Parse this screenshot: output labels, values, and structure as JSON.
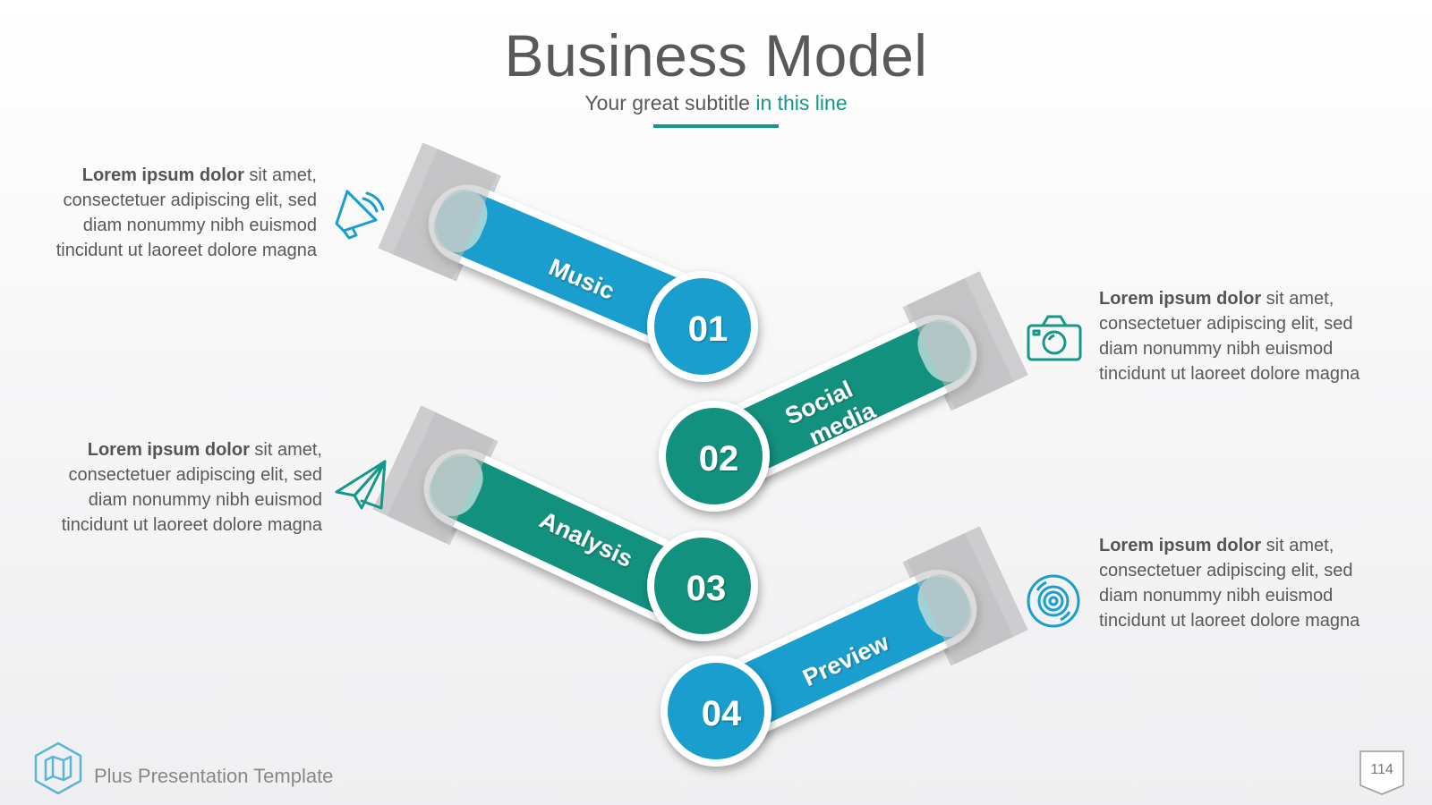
{
  "slide": {
    "title": "Business Model",
    "subtitle_main": "Your great subtitle ",
    "subtitle_highlight": "in this line"
  },
  "colors": {
    "blue": "#1a9ecd",
    "teal": "#13917f",
    "accent": "#14988a",
    "text": "#595959"
  },
  "steps": [
    {
      "number": "01",
      "label_lines": [
        "Music"
      ],
      "color": "blue",
      "icon": "megaphone-icon"
    },
    {
      "number": "02",
      "label_lines": [
        "Social",
        "media"
      ],
      "color": "teal",
      "icon": "camera-icon"
    },
    {
      "number": "03",
      "label_lines": [
        "Analysis"
      ],
      "color": "teal",
      "icon": "paper-plane-icon"
    },
    {
      "number": "04",
      "label_lines": [
        "Preview"
      ],
      "color": "blue",
      "icon": "disc-icon"
    }
  ],
  "descriptions": [
    {
      "bold": "Lorem ipsum dolor",
      "rest_first": " sit amet,",
      "lines": [
        "consectetuer adipiscing elit, sed",
        "diam nonummy nibh euismod",
        "tincidunt ut laoreet dolore magna"
      ]
    },
    {
      "bold": "Lorem ipsum dolor",
      "rest_first": " sit amet,",
      "lines": [
        "consectetuer adipiscing elit, sed",
        "diam nonummy nibh euismod",
        "tincidunt ut laoreet dolore magna"
      ]
    },
    {
      "bold": "Lorem ipsum dolor",
      "rest_first": " sit amet,",
      "lines": [
        "consectetuer adipiscing elit, sed",
        "diam nonummy nibh euismod",
        "tincidunt ut laoreet dolore magna"
      ]
    },
    {
      "bold": "Lorem ipsum dolor",
      "rest_first": " sit amet,",
      "lines": [
        "consectetuer adipiscing elit, sed",
        "diam nonummy nibh euismod",
        "tincidunt ut laoreet dolore magna"
      ]
    }
  ],
  "footer": {
    "template_name": "Plus Presentation Template",
    "page_number": "114",
    "logo_icon": "map-icon"
  }
}
